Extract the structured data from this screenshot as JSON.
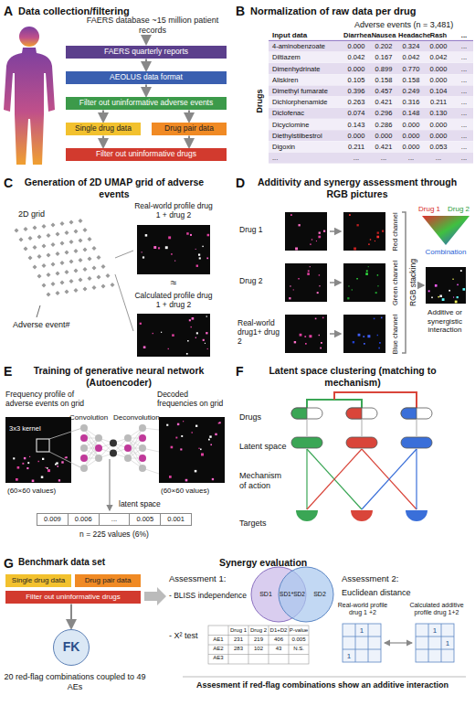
{
  "diagram": {
    "nodes": [
      {
        "text": [
          "FAERS quarterly reports"
        ]
      },
      {
        "text": [
          "AEOLUS data format"
        ]
      },
      {
        "text": [
          "Filter out uninformative adverse events"
        ]
      },
      {
        "text": [
          "Single drug data"
        ]
      },
      {
        "text": [
          "Drug pair data"
        ]
      },
      {
        "text": [
          "Filter out uninformative drugs"
        ]
      },
      {
        "text": [
          "0.009",
          "0.006",
          "...",
          "0.005",
          "0.001"
        ]
      },
      {
        "text": [
          "Single drug data"
        ]
      },
      {
        "text": [
          "Drug pair data"
        ]
      },
      {
        "text": [
          "Filter out uninformative drugs"
        ]
      },
      {
        "text": [
          "FK"
        ]
      }
    ],
    "edges": [
      {
        "from": 0,
        "to": 1,
        "arrow": "to"
      },
      {
        "from": 1,
        "to": 2,
        "arrow": "to"
      },
      {
        "from": 2,
        "to": 3,
        "arrow": "to"
      },
      {
        "from": 2,
        "to": 4,
        "arrow": "to"
      },
      {
        "from": 3,
        "to": 5,
        "arrow": "to"
      },
      {
        "from": 4,
        "to": 5,
        "arrow": "to"
      },
      {
        "from": 9,
        "to": 10,
        "arrow": "to"
      }
    ],
    "labels": [
      "A",
      "Data collection/filtering",
      "FAERS database ~15 million patient records",
      "B",
      "Normalization of raw data per drug",
      "Adverse events (n = 3,481)",
      "Drugs",
      "C",
      "Generation of 2D UMAP grid of adverse events",
      "2D grid",
      "Adverse event#",
      "Real-world profile drug 1 + drug 2",
      "≈",
      "Calculated profile drug 1 + drug 2",
      "D",
      "Additivity and synergy assessment through RGB pictures",
      "Drug 1",
      "Drug 2",
      "Real-world drug1+ drug 2",
      "Red channel",
      "Green channel",
      "Blue channel",
      "Drug 1",
      "Drug 2",
      "Combination",
      "RGB stacking",
      "Additive or synergistic interaction",
      "E",
      "Training of generative neural network (Autoencoder)",
      "Frequency profile of adverse events on grid",
      "3x3 kernel",
      "(60×60 values)",
      "Convolution",
      "Deconvolution",
      "Decoded frequencies on grid",
      "(60×60 values)",
      "latent space",
      "n = 225 values (6%)",
      "F",
      "Latent space clustering (matching to mechanism)",
      "Drugs",
      "Latent space",
      "Mechanism of action",
      "Targets",
      "G",
      "Benchmark data set",
      "20 red-flag combinations coupled to 49 AEs",
      "Synergy evaluation",
      "Assessment 1:",
      "- BLISS independence",
      "SD1",
      "SD1*SD2",
      "SD2",
      "- X² test",
      "Drug 1",
      "Drug 2",
      "D1+D2",
      "P-value",
      "AE1",
      "231",
      "219",
      "406",
      "0.005",
      "AE2",
      "283",
      "102",
      "43",
      "N.S.",
      "AE3",
      "Assessment 2:",
      "Euclidean distance",
      "Real-world profile drug 1 +2",
      "Calculated additive profile drug 1+2",
      "1",
      "1",
      "1",
      "1",
      "Assesment if red-flag combinations show an additive interaction",
      "Input data",
      "Diarrhea",
      "Nausea",
      "Headache",
      "Rash",
      "...",
      "4-aminobenzoate",
      "0.000",
      "0.202",
      "0.324",
      "0.000",
      "...",
      "Diltiazem",
      "0.042",
      "0.167",
      "0.042",
      "0.042",
      "...",
      "Dimenhydrinate",
      "0.000",
      "0.899",
      "0.770",
      "0.000",
      "...",
      "Aliskiren",
      "0.105",
      "0.158",
      "0.158",
      "0.000",
      "...",
      "Dimethyl fumarate",
      "0.396",
      "0.457",
      "0.249",
      "0.104",
      "...",
      "Dichlorphenamide",
      "0.263",
      "0.421",
      "0.316",
      "0.211",
      "...",
      "Diclofenac",
      "0.074",
      "0.296",
      "0.148",
      "0.130",
      "...",
      "Dicyclomine",
      "0.143",
      "0.286",
      "0.000",
      "0.000",
      "...",
      "Diethylstilbestrol",
      "0.000",
      "0.000",
      "0.000",
      "0.000",
      "...",
      "Digoxin",
      "0.211",
      "0.421",
      "0.000",
      "0.053",
      "...",
      "...",
      "...",
      "...",
      "...",
      "...",
      "..."
    ]
  }
}
